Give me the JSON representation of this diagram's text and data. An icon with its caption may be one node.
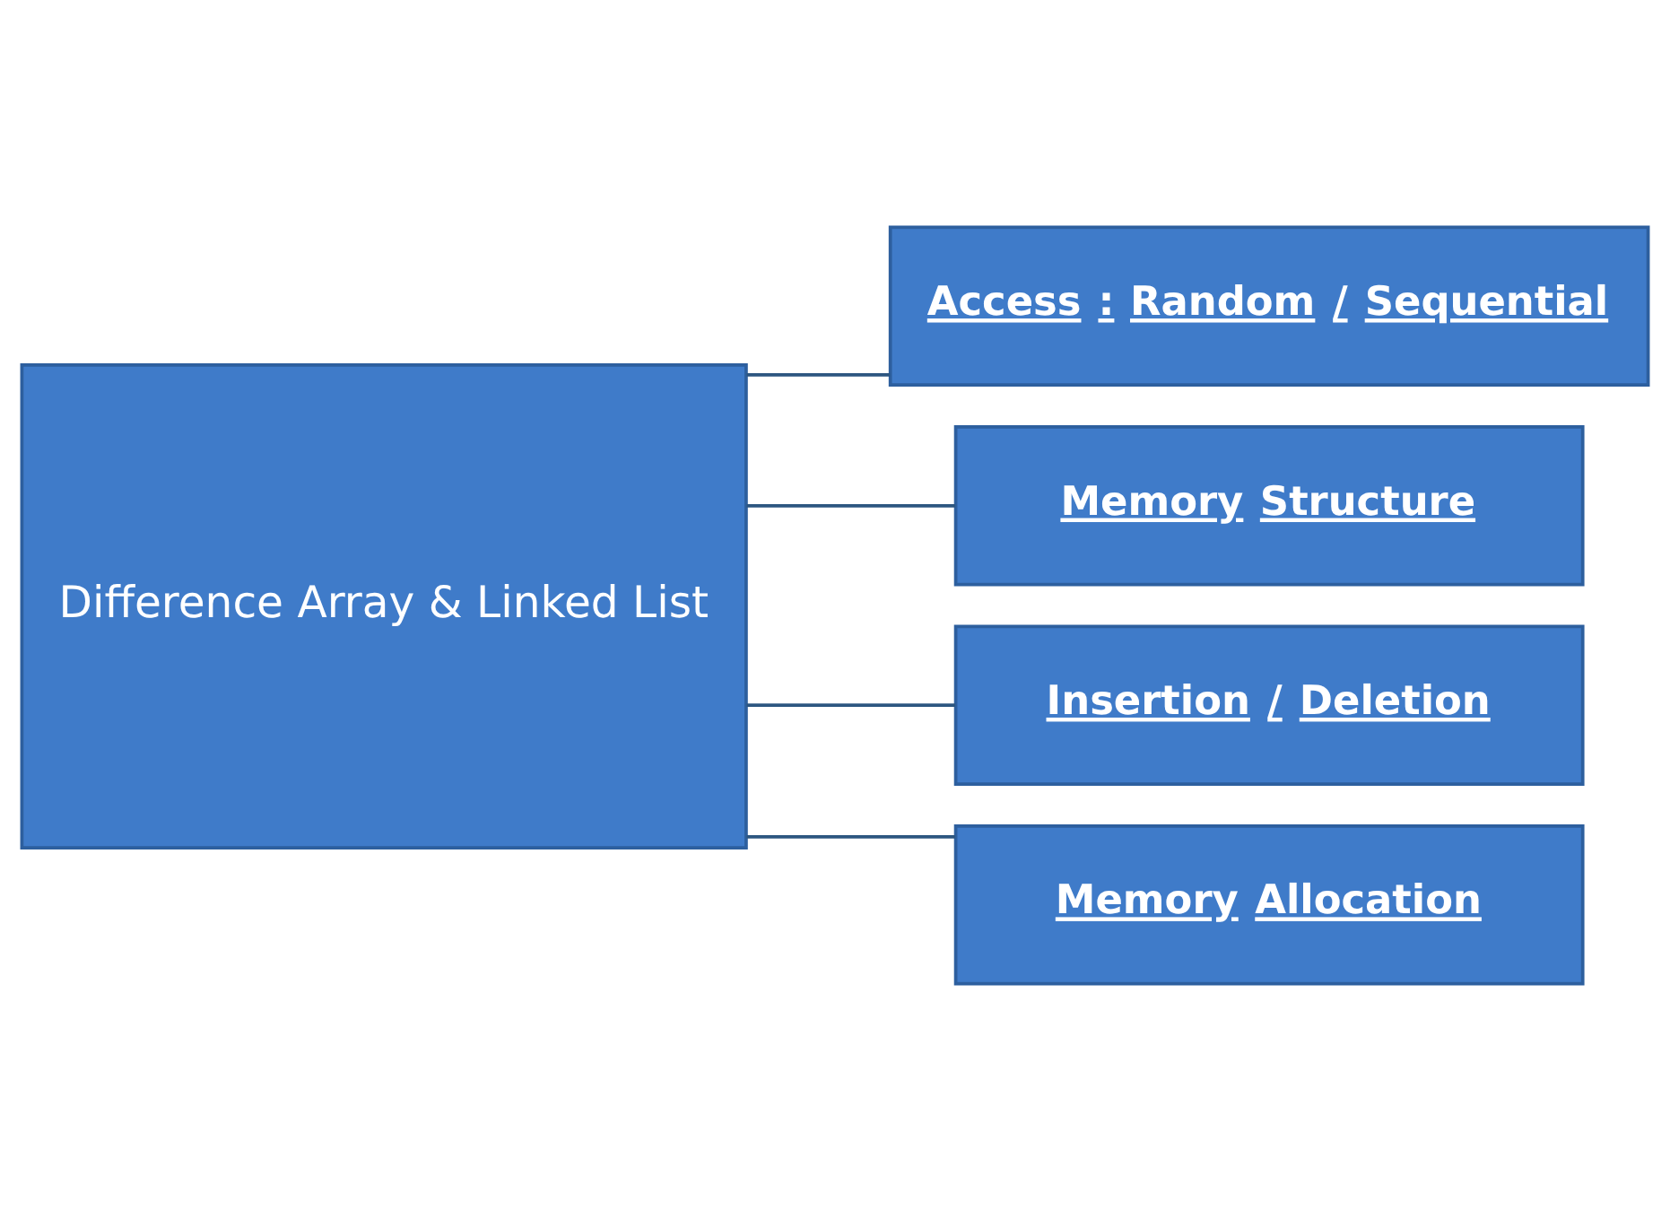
{
  "diagram": {
    "nodes": [
      {
        "text": [
          "Difference Array & Linked List"
        ]
      },
      {
        "text": [
          "Access : Random / Sequential"
        ]
      },
      {
        "text": [
          "Memory Structure"
        ]
      },
      {
        "text": [
          "Insertion / Deletion"
        ]
      },
      {
        "text": [
          "Memory Allocation"
        ]
      }
    ],
    "edges": [
      {
        "from": 0,
        "to": 1,
        "arrow": "none"
      },
      {
        "from": 0,
        "to": 2,
        "arrow": "none"
      },
      {
        "from": 0,
        "to": 3,
        "arrow": "none"
      },
      {
        "from": 0,
        "to": 4,
        "arrow": "none"
      }
    ]
  }
}
